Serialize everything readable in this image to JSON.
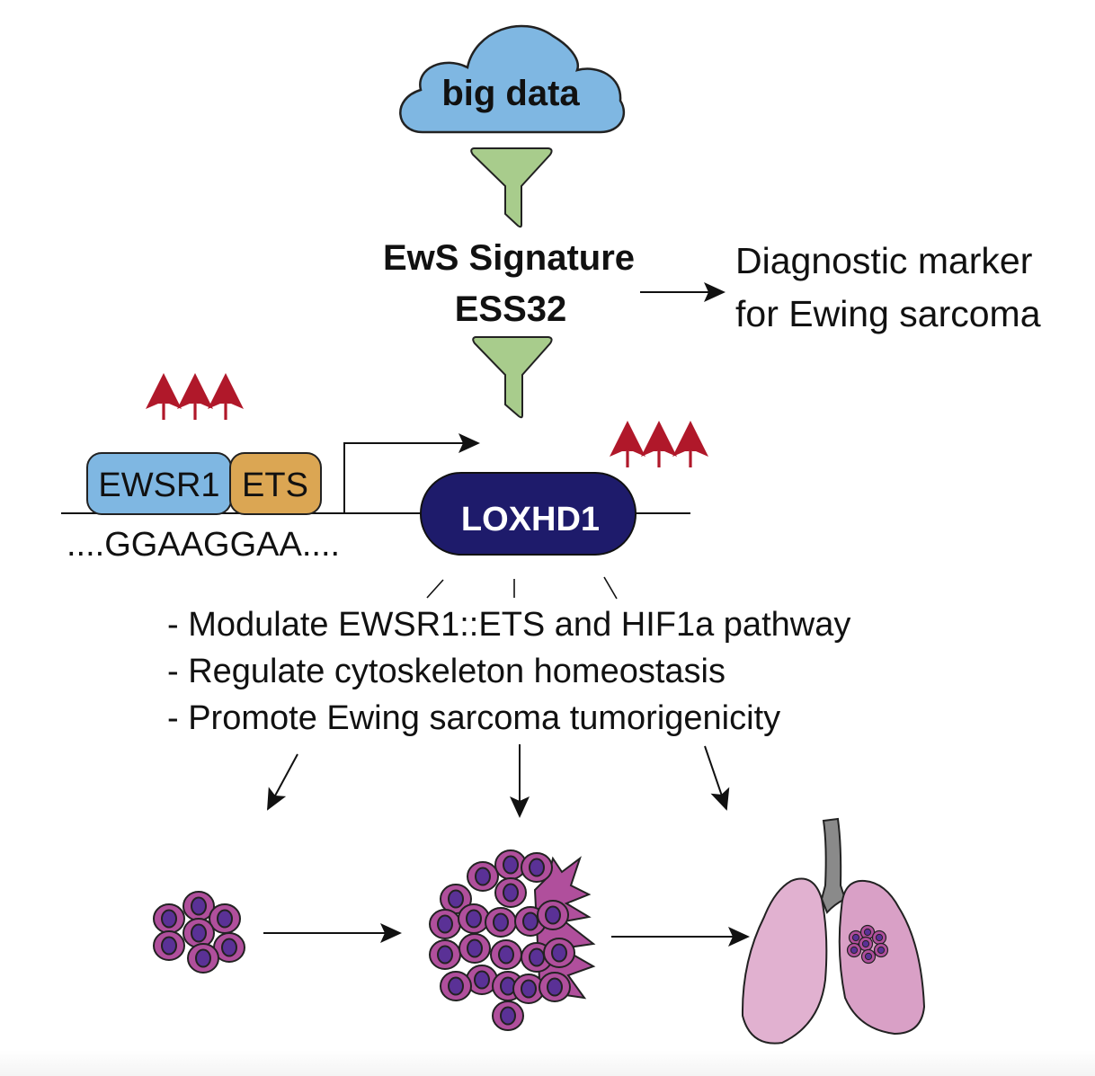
{
  "diagram": {
    "title": "LOXHD1 in Ewing sarcoma graphical abstract",
    "source": {
      "label": "big data",
      "icon": "cloud-icon",
      "color": "#7fb7e2"
    },
    "filter_icon": "funnel-icon",
    "filter_color": "#a8cc8c",
    "signature": {
      "line1": "EwS Signature",
      "line2": "ESS32"
    },
    "diagnostic": {
      "line1": "Diagnostic marker",
      "line2": "for Ewing sarcoma"
    },
    "gene_locus": {
      "fusion_parts": [
        {
          "label": "EWSR1",
          "color": "#7fb7e2"
        },
        {
          "label": "ETS",
          "color": "#dba653"
        }
      ],
      "motif": "....GGAAGGAA....",
      "target_gene": {
        "label": "LOXHD1",
        "color": "#1e1b6b"
      },
      "upregulation_icon": "triple-up-arrow-icon",
      "upregulation_color": "#b0182a"
    },
    "functions": [
      "- Modulate EWSR1::ETS and HIF1a pathway",
      "- Regulate cytoskeleton homeostasis",
      "- Promote Ewing sarcoma tumorigenicity"
    ],
    "progression": [
      {
        "stage": "cell-cluster",
        "icon": "cell-cluster-icon"
      },
      {
        "stage": "tumor-growth",
        "icon": "tumor-icon"
      },
      {
        "stage": "lung-metastasis",
        "icon": "lungs-icon"
      }
    ],
    "colors": {
      "cell_body": "#b04f9c",
      "cell_nucleus": "#5a3196",
      "lung_left": "#e1b1d0",
      "lung_right": "#d9a0c6",
      "trachea": "#8a8a8a"
    }
  }
}
